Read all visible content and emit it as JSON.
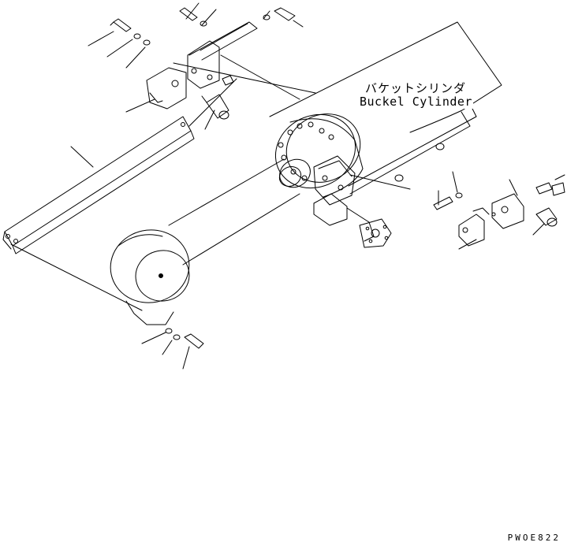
{
  "diagram": {
    "label_japanese": "バケットシリンダ",
    "label_english": "Buckel Cylinder",
    "drawing_code": "PWOE822"
  }
}
